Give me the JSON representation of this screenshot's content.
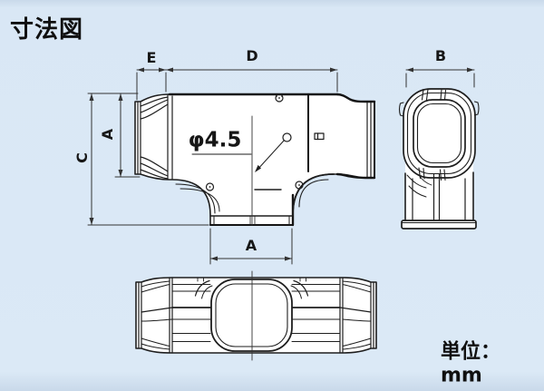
{
  "title": "寸法図",
  "unit": {
    "label": "単位：mm"
  },
  "drawing": {
    "front_view": {
      "dim_e": "E",
      "dim_d": "D",
      "dim_a_height": "A",
      "dim_c": "C",
      "dim_a_width": "A",
      "hole_label": "φ4.5"
    },
    "side_view": {
      "dim_b": "B"
    }
  },
  "colors": {
    "background": "#dbe9f6",
    "outline": "#1e1e1e",
    "dimension_line": "#333333",
    "part_fill": "#ffffff",
    "text": "#101010"
  }
}
